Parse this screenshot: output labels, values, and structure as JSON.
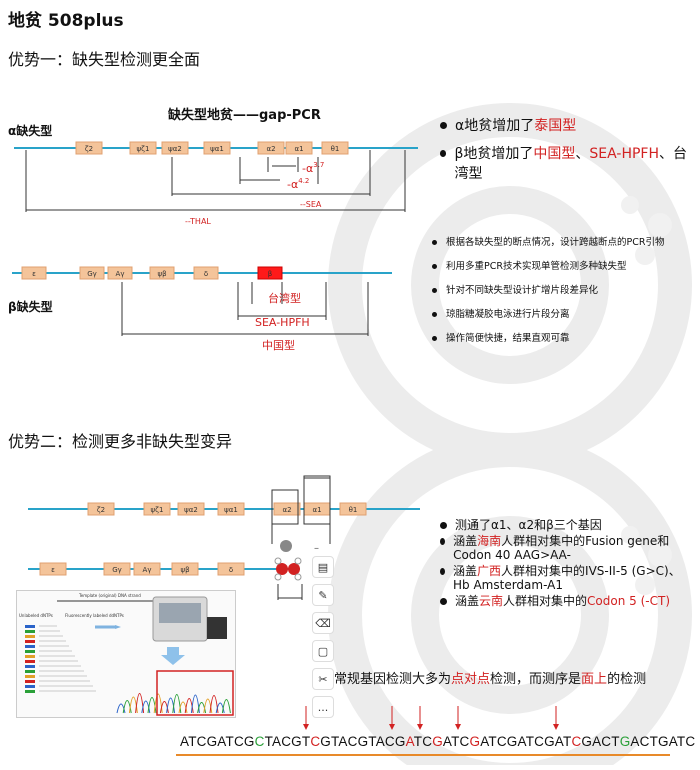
{
  "title": "地贫 508plus",
  "section1": {
    "heading": "优势一：缺失型检测更全面",
    "diagram_title": "缺失型地贫——gap-PCR",
    "alpha_label": "α缺失型",
    "beta_label": "β缺失型",
    "alpha_genes": [
      "ζ2",
      "ψζ1",
      "ψα2",
      "ψα1",
      "α2",
      "α1",
      "θ1"
    ],
    "alpha_del": {
      "a37": "-α",
      "a37sup": "3.7",
      "a42": "-α",
      "a42sup": "4.2",
      "sea": "--SEA",
      "thal": "--THAL"
    },
    "beta_genes": [
      "ε",
      "Gγ",
      "Aγ",
      "ψβ",
      "δ",
      "β"
    ],
    "beta_del": {
      "taiwan": "台湾型",
      "sea_hpfh": "SEA-HPFH",
      "china": "中国型"
    },
    "bullets_large": [
      [
        {
          "t": "α地贫增加了"
        },
        {
          "t": "泰国型",
          "red": true
        }
      ],
      [
        {
          "t": "β地贫增加了"
        },
        {
          "t": "中国型",
          "red": true
        },
        {
          "t": "、"
        },
        {
          "t": "SEA-HPFH",
          "red": true
        },
        {
          "t": "、台湾型"
        }
      ]
    ],
    "bullets_small": [
      "根据各缺失型的断点情况，设计跨越断点的PCR引物",
      "利用多重PCR技术实现单管检测多种缺失型",
      "针对不同缺失型设计扩增片段差异化",
      "琼脂糖凝胶电泳进行片段分离",
      "操作简便快捷，结果直观可靠"
    ]
  },
  "section2": {
    "heading": "优势二：检测更多非缺失型变异",
    "alpha_genes": [
      "ζ2",
      "ψζ1",
      "ψα2",
      "ψα1",
      "α2",
      "α1",
      "θ1"
    ],
    "beta_genes": [
      "ε",
      "Gγ",
      "Aγ",
      "ψβ",
      "δ"
    ],
    "bullets": [
      [
        {
          "t": "测通了α1、α2和β三个基因"
        }
      ],
      [
        {
          "t": "涵盖"
        },
        {
          "t": "海南",
          "red": true
        },
        {
          "t": "人群相对集中的Fusion gene和Codon 40 AAG>AA-"
        }
      ],
      [
        {
          "t": "涵盖"
        },
        {
          "t": "广西",
          "red": true
        },
        {
          "t": "人群相对集中的IVS-II-5 (G>C)、Hb Amsterdam-A1"
        }
      ],
      [
        {
          "t": "涵盖"
        },
        {
          "t": "云南",
          "red": true
        },
        {
          "t": "人群相对集中的"
        },
        {
          "t": "Codon 5 (-CT)",
          "red": true
        }
      ]
    ],
    "sanger": {
      "template_label": "Template (original) DNA strand",
      "primer_label": "Fluorescently labeled ddNTPs",
      "dntp_label": "Unlabeled dNTPs"
    },
    "sequencing_note": [
      {
        "t": "常规基因检测大多为"
      },
      {
        "t": "点对点",
        "red": true
      },
      {
        "t": "检测，而测序是"
      },
      {
        "t": "面上",
        "red": true
      },
      {
        "t": "的检测"
      }
    ],
    "dna_sequence": [
      {
        "t": "ATCGATCG"
      },
      {
        "t": "C",
        "c": "green"
      },
      {
        "t": "TACGT"
      },
      {
        "t": "C",
        "c": "red"
      },
      {
        "t": "GTACGTACG"
      },
      {
        "t": "A",
        "c": "red"
      },
      {
        "t": "TC"
      },
      {
        "t": "G",
        "c": "red"
      },
      {
        "t": "ATC"
      },
      {
        "t": "G",
        "c": "red"
      },
      {
        "t": "ATCGATCGAT"
      },
      {
        "t": "C",
        "c": "red"
      },
      {
        "t": "GACT"
      },
      {
        "t": "G",
        "c": "green"
      },
      {
        "t": "ACTGATC"
      }
    ],
    "toolbar_more": "...",
    "toolbar_dash": "–"
  },
  "colors": {
    "accent_red": "#d22222",
    "gene_box": "#f4c49a",
    "gene_border": "#e0a070",
    "line_blue": "#29a3c9",
    "green": "#2aa038"
  }
}
